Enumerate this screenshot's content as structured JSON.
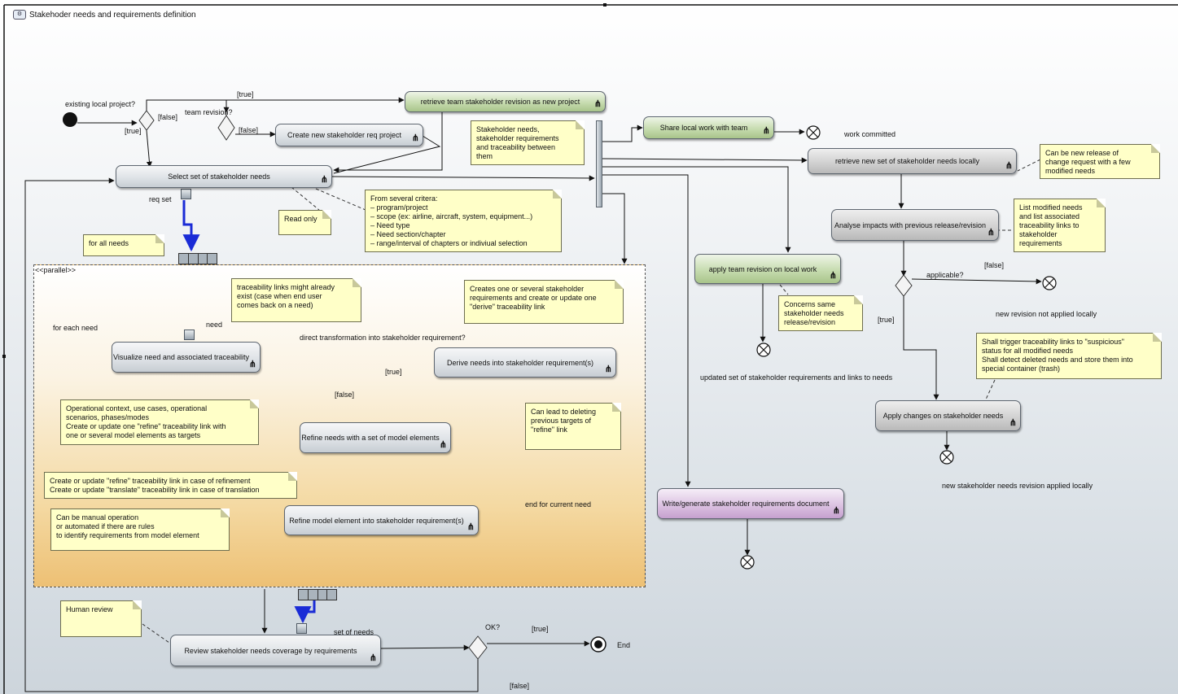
{
  "diagram": {
    "title": "Stakehoder needs and requirements definition",
    "title_icon": "activity-icon",
    "parallel_region_label": "<<parallel>>",
    "actions": {
      "retrieve_team": "retrieve team stakeholder revision as new project",
      "create_new": "Create new stakeholder req project",
      "select_set": "Select set of stakeholder needs",
      "share_local": "Share local work with team",
      "retrieve_new": "retrieve new set of stakeholder needs locally",
      "analyse": "Analyse impacts with previous release/revision",
      "apply_team": "apply team revision on local work",
      "apply_changes": "Apply changes on stakeholder needs",
      "visualize": "Visualize need and associated traceability",
      "derive": "Derive needs into stakeholder requirement(s)",
      "refine_needs": "Refine needs with a set of model elements",
      "refine_model": "Refine model element into stakeholder requirement(s)",
      "write_doc": "Write/generate stakeholder requirements document",
      "review": "Review stakeholder needs coverage by requirements"
    },
    "notes": {
      "stakeholder_needs": "Stakeholder needs,\nstakeholder requirements\nand traceability between\nthem",
      "read_only": "Read only",
      "criteria": "From several critera:\n– program/project\n– scope (ex: airline, aircraft, system, equipment...)\n– Need type\n– Need section/chapter\n– range/interval of chapters or indiviual selection",
      "for_all_needs": "for all needs",
      "traceability_exist": "traceability links might already\nexist (case when end user\ncomes back on a need)",
      "creates_derive": "Creates one or several stakeholder\nrequirements and create or update one\n\"derive\" traceability link",
      "operational_context": "Operational context, use cases, operational\nscenarios, phases/modes\nCreate or update one \"refine\" traceability link with\none or several model elements as targets",
      "create_update_refine": "Create or update \"refine\" traceability link in case of refinement\nCreate or update \"translate\" traceability link in case of translation",
      "manual_operation": "Can be manual operation\nor automated if there are rules\nto identify requirements from model element",
      "can_lead_delete": "Can lead to deleting\nprevious targets of\n\"refine\" link",
      "new_release": "Can be new release of\nchange request with a few\nmodified needs",
      "list_modified": "List modified needs\nand list associated\ntraceability links to\nstakeholder\nrequirements",
      "concerns_same": "Concerns same\nstakeholder needs\nrelease/revision",
      "suspicious": "Shall trigger traceability links to \"suspicious\"\nstatus for all modified needs\nShall detect deleted needs and store them into\nspecial container (trash)",
      "human_review": "Human review"
    },
    "labels": {
      "existing_local_project": "existing local project?",
      "team_revision": "team revision?",
      "true1": "[true]",
      "false1": "[false]",
      "true2": "[true]",
      "false2": "[false]",
      "req_set": "req set",
      "work_committed": "work committed",
      "for_each_need": "for each need",
      "need": "need",
      "direct_transformation": "direct transformation into stakeholder requirement?",
      "true3": "[true]",
      "false3": "[false]",
      "end_current_need": "end for current need",
      "applicable": "applicable?",
      "false4": "[false]",
      "true4": "[true]",
      "new_revision_not_applied": "new revision not applied locally",
      "updated_set": "updated set of stakeholder requirements and links to needs",
      "new_needs_applied": "new stakeholder needs revision applied locally",
      "set_of_needs": "set of needs",
      "ok": "OK?",
      "true5": "[true]",
      "false5": "[false]",
      "end": "End"
    }
  }
}
